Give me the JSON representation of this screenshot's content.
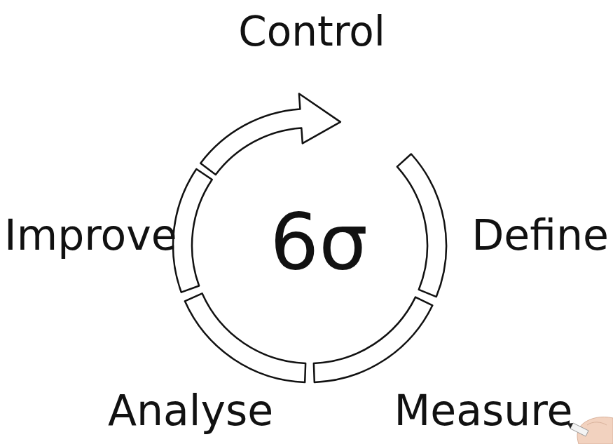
{
  "diagram": {
    "labels": [
      "Control",
      "Improve",
      "6σ",
      "Define",
      "Analyse",
      "Measure"
    ]
  }
}
